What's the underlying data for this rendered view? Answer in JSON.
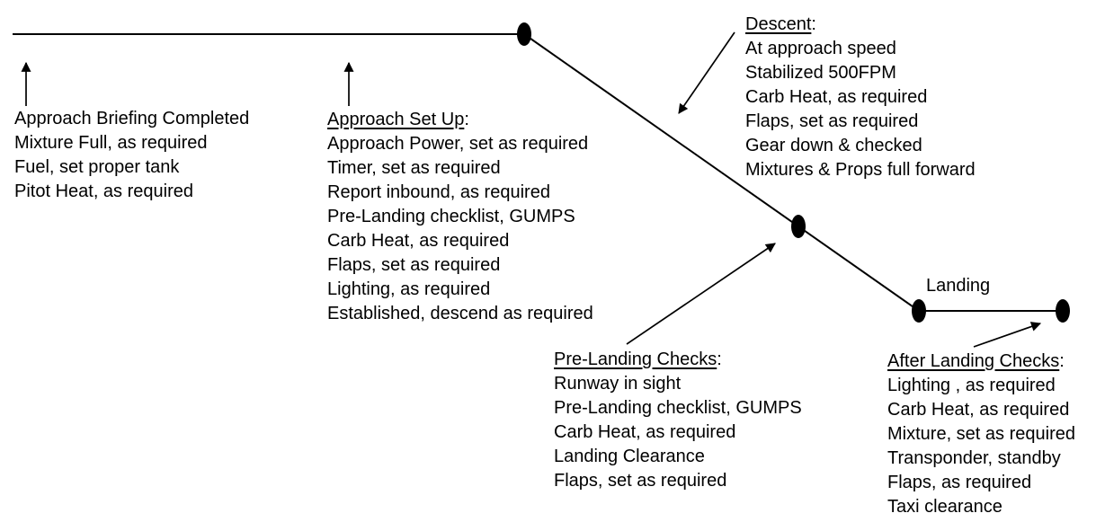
{
  "page": {
    "background_color": "#ffffff",
    "ink_color": "#000000"
  },
  "labels": {
    "landing": "Landing"
  },
  "phases": {
    "approach_briefing": {
      "items": [
        "Approach Briefing Completed",
        "Mixture Full, as required",
        "Fuel, set proper tank",
        "Pitot Heat, as required"
      ]
    },
    "approach_setup": {
      "title": "Approach Set Up",
      "colon": ":",
      "items": [
        "Approach Power, set as required",
        "Timer, set as required",
        "Report inbound, as required",
        "Pre-Landing checklist, GUMPS",
        "Carb Heat, as required",
        "Flaps, set as required",
        "Lighting, as required",
        "Established, descend as required"
      ]
    },
    "descent": {
      "title": "Descent",
      "colon": ":",
      "items": [
        "At approach speed",
        "Stabilized 500FPM",
        "Carb Heat, as required",
        "Flaps, set as required",
        "Gear down & checked",
        "Mixtures & Props full forward"
      ]
    },
    "pre_landing": {
      "title": "Pre-Landing Checks",
      "colon": ":",
      "items": [
        "Runway in sight",
        "Pre-Landing checklist, GUMPS",
        "Carb Heat, as required",
        "Landing Clearance",
        "Flaps, set as required"
      ]
    },
    "after_landing": {
      "title": "After Landing Checks",
      "colon": ":",
      "items": [
        "Lighting , as required",
        "Carb Heat, as required",
        "Mixture, set as required",
        "Transponder, standby",
        "Flaps, as required",
        "Taxi clearance"
      ]
    }
  }
}
